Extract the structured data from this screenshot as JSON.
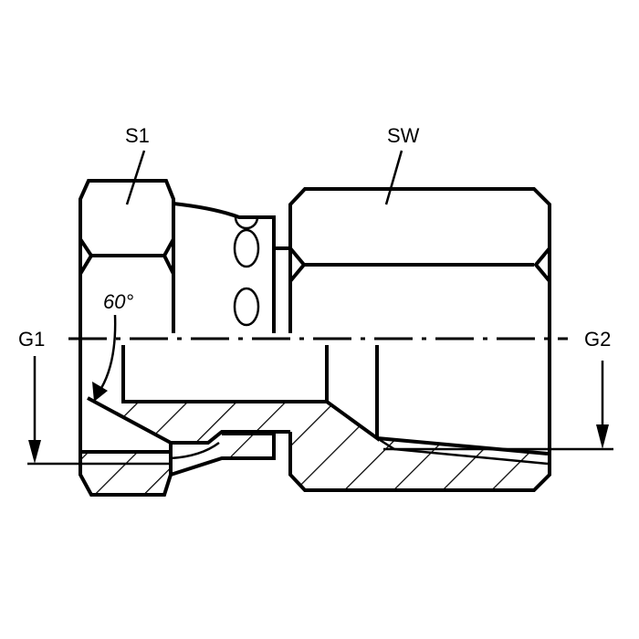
{
  "drawing": {
    "labels": {
      "s1": "S1",
      "sw": "SW",
      "g1": "G1",
      "g2": "G2",
      "angle": "60°"
    },
    "colors": {
      "line": "#000000",
      "background": "#ffffff"
    }
  }
}
